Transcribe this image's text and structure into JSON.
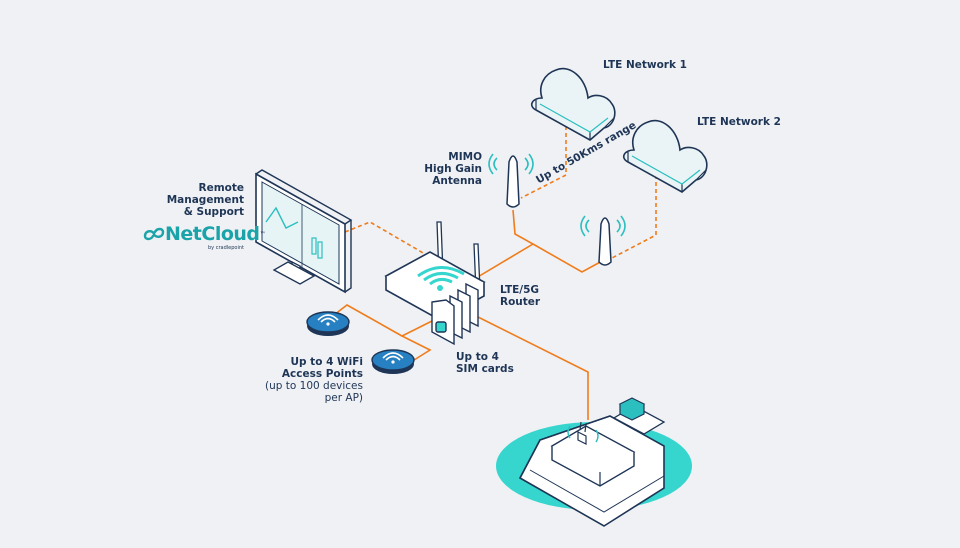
{
  "labels": {
    "lte_network_1": "LTE Network 1",
    "lte_network_2": "LTE Network 2",
    "antenna": [
      "MIMO",
      "High Gain",
      "Antenna"
    ],
    "range": "Up to 50Kms range",
    "remote": [
      "Remote",
      "Management",
      "& Support"
    ],
    "router": [
      "LTE/5G",
      "Router"
    ],
    "sim": [
      "Up to 4",
      "SIM cards"
    ],
    "wifi": [
      "Up to 4 WiFi",
      "Access Points"
    ],
    "wifi_sub": [
      "(up to 100 devices",
      "per AP)"
    ]
  },
  "brand": {
    "name": "NetCloud",
    "tm": "™",
    "by": "by cradlepoint"
  },
  "colors": {
    "orange": "#f07c1b",
    "navy": "#1f3556",
    "teal": "#2bbfc0",
    "teal_bright": "#36d6cf",
    "blue": "#2680c2",
    "background": "#eff1f4"
  },
  "icons": [
    "cloud-icon",
    "monitor-icon",
    "router-icon",
    "antenna-icon",
    "wifi-icon",
    "sim-card-icon",
    "ship-icon",
    "netcloud-logo-icon"
  ]
}
